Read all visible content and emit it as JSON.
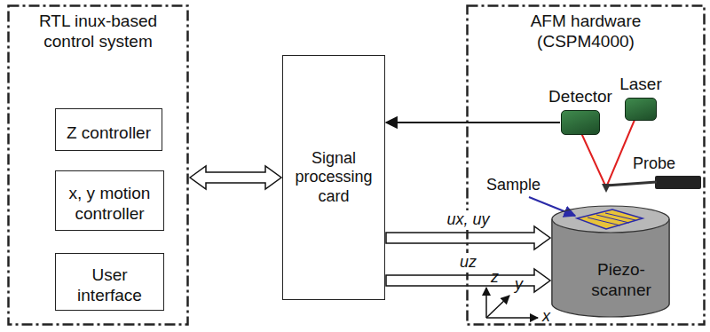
{
  "diagram": {
    "nodes": [
      {
        "text": [
          "RTL inux-based control system"
        ]
      },
      {
        "text": [
          "Z controller"
        ],
        "in": 0
      },
      {
        "text": [
          "x, y motion controller"
        ],
        "in": 0
      },
      {
        "text": [
          "User interface"
        ],
        "in": 0
      },
      {
        "text": [
          "Signal processing card"
        ]
      },
      {
        "text": [
          "AFM hardware (CSPM4000)"
        ]
      },
      {
        "text": [
          "Detector"
        ],
        "in": 5
      },
      {
        "text": [
          "Laser"
        ],
        "in": 5
      },
      {
        "text": [
          "Piezo- scanner"
        ],
        "in": 5
      }
    ],
    "edges": [
      {
        "from": 0,
        "to": 4,
        "arrow": "both"
      },
      {
        "from": 6,
        "to": 4,
        "arrow": "to"
      },
      {
        "from": 4,
        "to": 8,
        "label": "ux, uy",
        "arrow": "to"
      },
      {
        "from": 4,
        "to": 8,
        "label": "uz",
        "arrow": "to"
      }
    ],
    "labels": [
      "Sample",
      "Probe",
      "z",
      "y",
      "x"
    ]
  }
}
